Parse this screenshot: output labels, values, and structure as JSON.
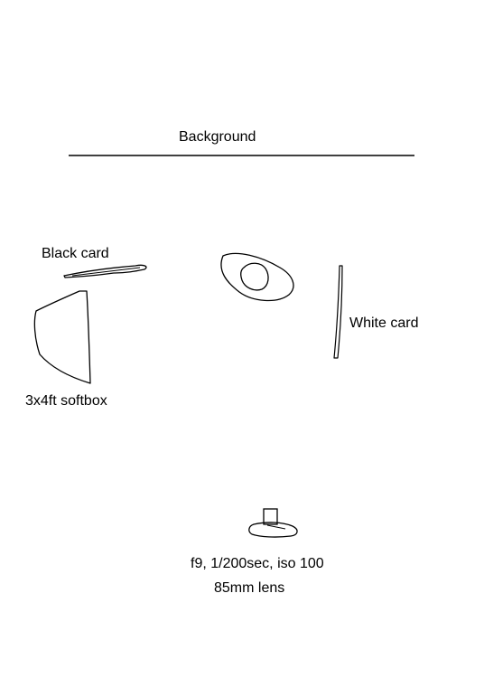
{
  "labels": {
    "background": "Background",
    "black_card": "Black card",
    "white_card": "White card",
    "softbox": "3x4ft softbox",
    "camera_settings": "f9, 1/200sec, iso 100",
    "lens": "85mm lens"
  },
  "colors": {
    "ink": "#000000",
    "paper": "#ffffff"
  }
}
